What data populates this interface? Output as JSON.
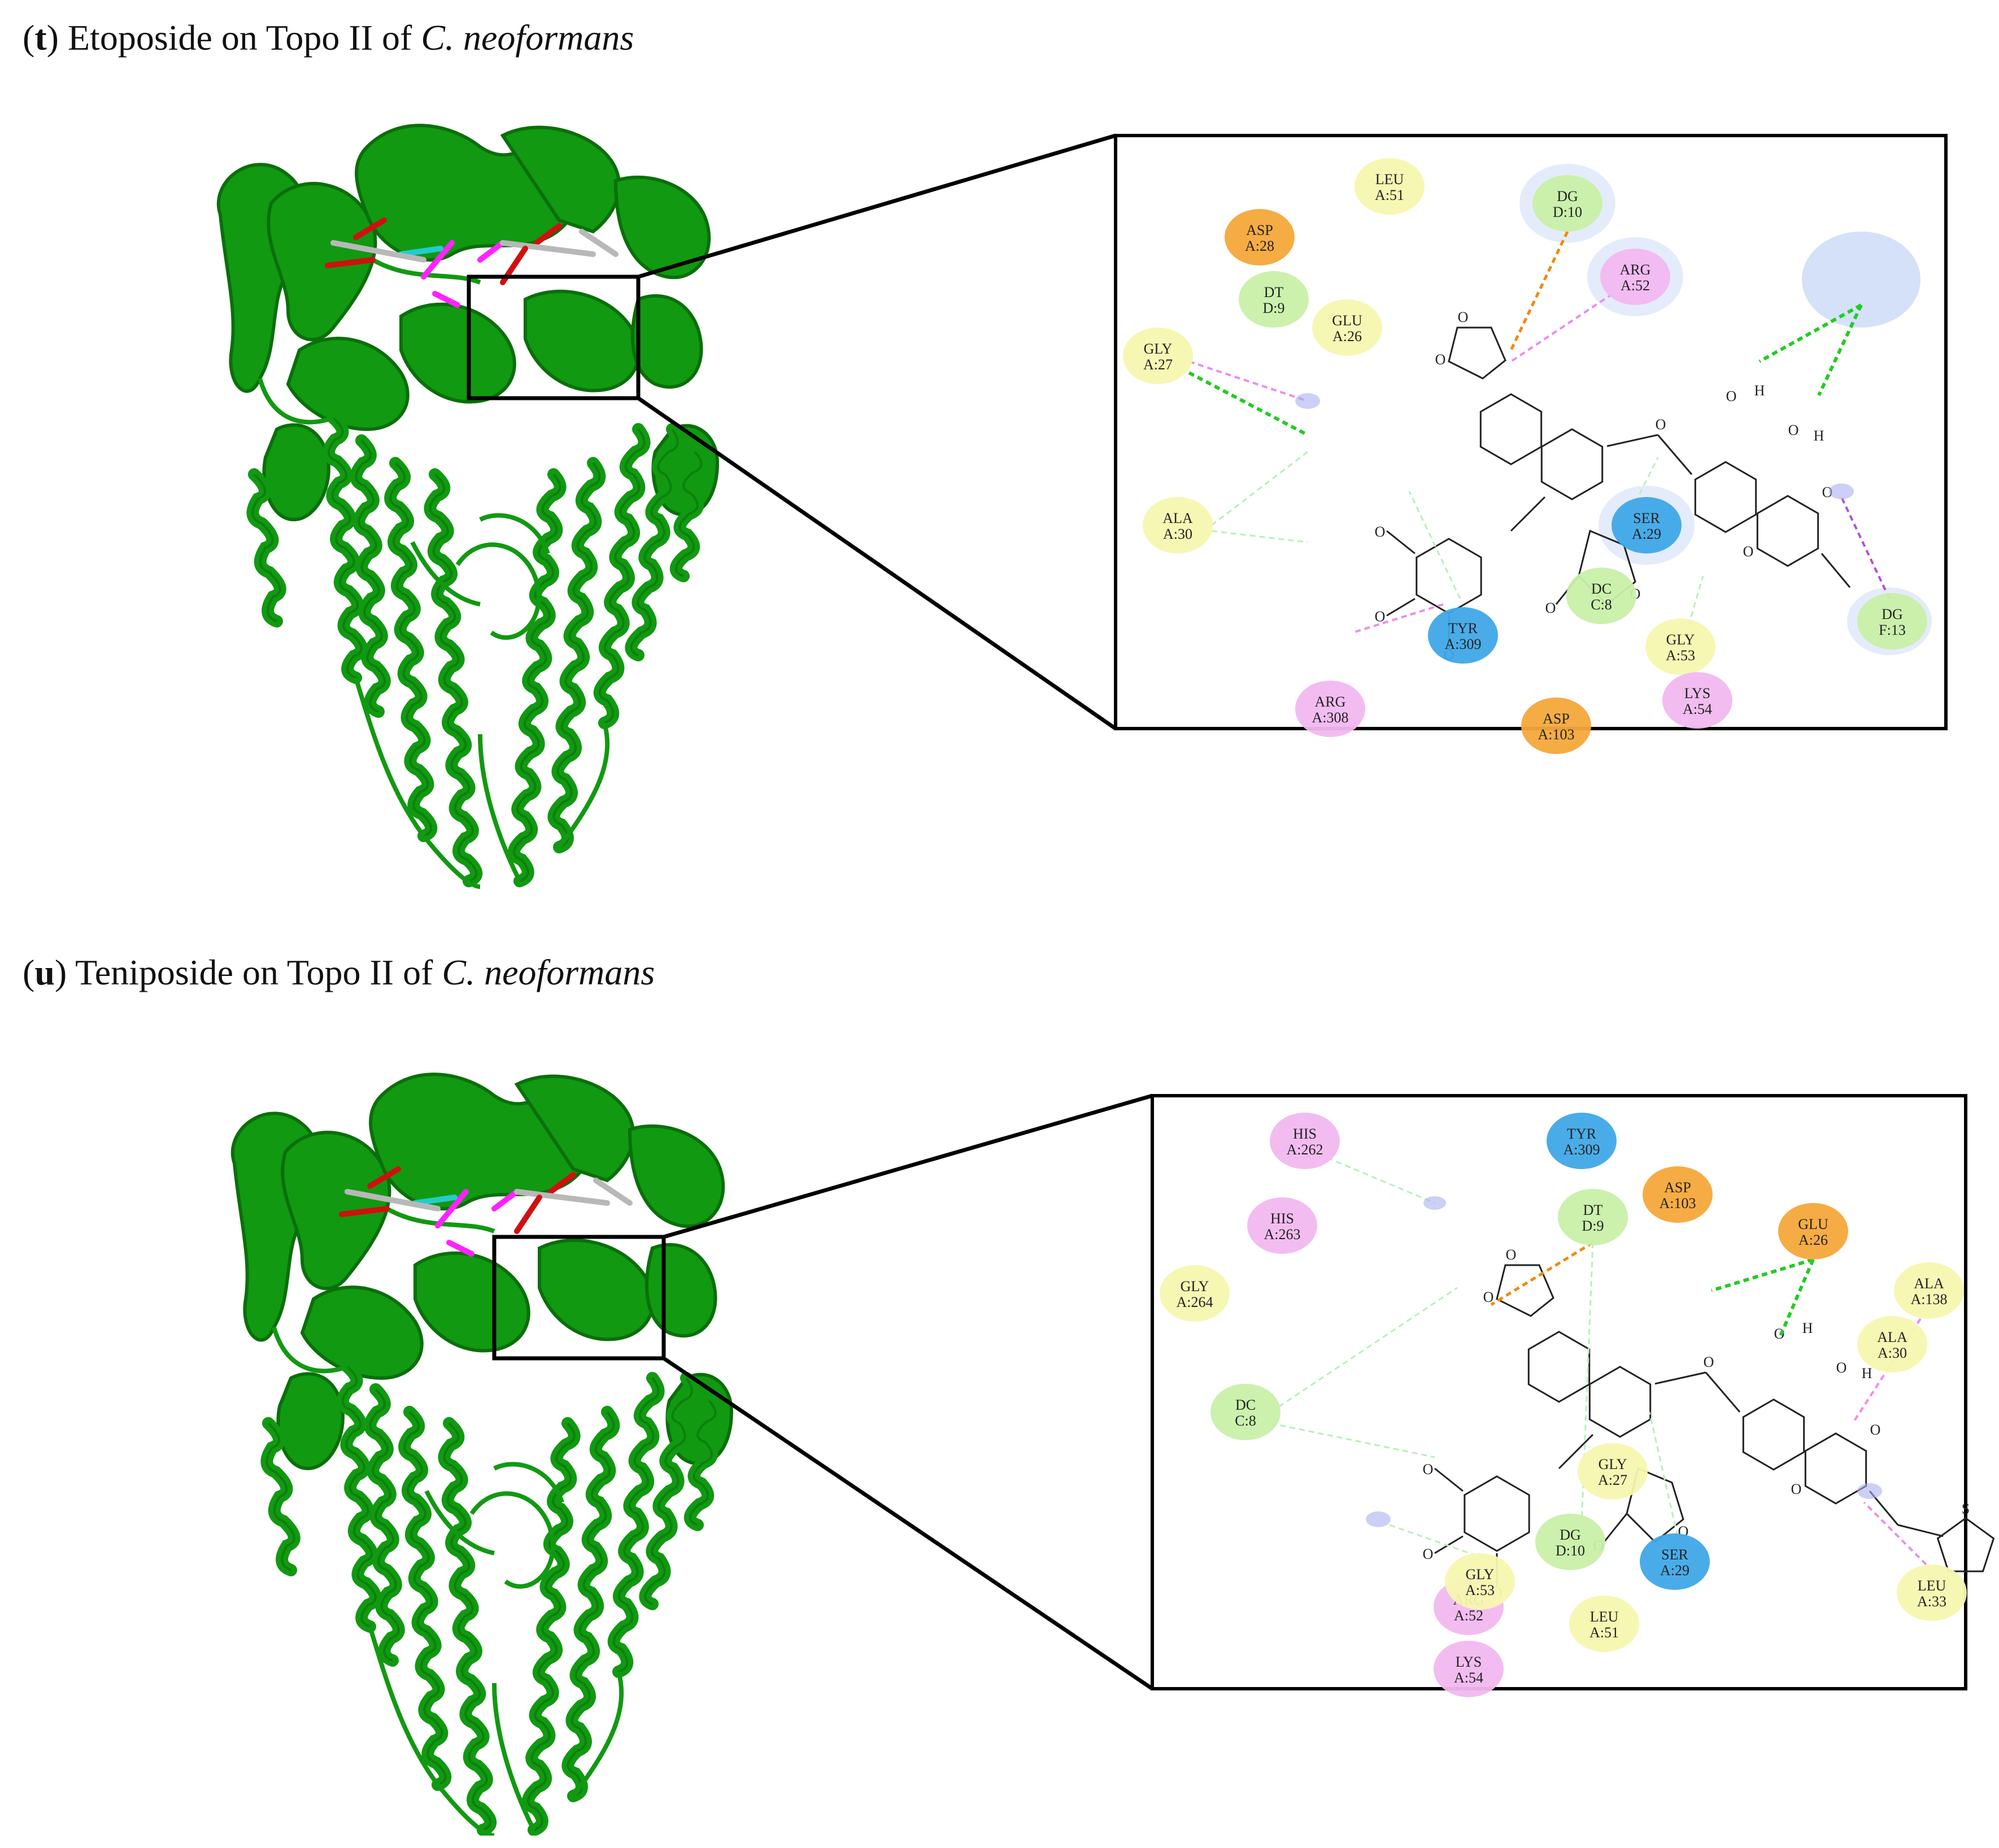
{
  "panels": [
    {
      "id": "t",
      "label": "t",
      "title_pre": "Etoposide on Topo II of ",
      "title_species": "C. neoformans",
      "residues": [
        {
          "name": "LEU",
          "chain": "A:51",
          "type": "vdw",
          "color": "#f7f7b0"
        },
        {
          "name": "DG",
          "chain": "D:10",
          "type": "conv_hbond",
          "color": "#c8f0a8"
        },
        {
          "name": "ASP",
          "chain": "A:28",
          "type": "charge",
          "color": "#f5a83a"
        },
        {
          "name": "ARG",
          "chain": "A:52",
          "type": "alkyl",
          "color": "#f2b8f0"
        },
        {
          "name": "DT",
          "chain": "D:9",
          "type": "conv_hbond",
          "color": "#c8f0a8"
        },
        {
          "name": "GLU",
          "chain": "A:26",
          "type": "vdw",
          "color": "#f7f7b0"
        },
        {
          "name": "GLY",
          "chain": "A:27",
          "type": "vdw",
          "color": "#f7f7b0"
        },
        {
          "name": "ALA",
          "chain": "A:30",
          "type": "vdw",
          "color": "#f7f7b0"
        },
        {
          "name": "SER",
          "chain": "A:29",
          "type": "polar",
          "color": "#3fa8e8"
        },
        {
          "name": "DC",
          "chain": "C:8",
          "type": "conv_hbond",
          "color": "#c8f0a8"
        },
        {
          "name": "GLY",
          "chain": "A:53",
          "type": "vdw",
          "color": "#f7f7b0"
        },
        {
          "name": "TYR",
          "chain": "A:309",
          "type": "polar",
          "color": "#3fa8e8"
        },
        {
          "name": "LYS",
          "chain": "A:54",
          "type": "alkyl",
          "color": "#f2b8f0"
        },
        {
          "name": "DG",
          "chain": "F:13",
          "type": "conv_hbond",
          "color": "#c8f0a8"
        },
        {
          "name": "ARG",
          "chain": "A:308",
          "type": "alkyl",
          "color": "#f2b8f0"
        },
        {
          "name": "ASP",
          "chain": "A:103",
          "type": "charge",
          "color": "#f5a83a"
        }
      ]
    },
    {
      "id": "u",
      "label": "u",
      "title_pre": "Teniposide on Topo II of ",
      "title_species": "C. neoformans",
      "residues": [
        {
          "name": "HIS",
          "chain": "A:262",
          "type": "alkyl",
          "color": "#f2b8f0"
        },
        {
          "name": "TYR",
          "chain": "A:309",
          "type": "polar",
          "color": "#3fa8e8"
        },
        {
          "name": "ASP",
          "chain": "A:103",
          "type": "charge",
          "color": "#f5a83a"
        },
        {
          "name": "HIS",
          "chain": "A:263",
          "type": "alkyl",
          "color": "#f2b8f0"
        },
        {
          "name": "DT",
          "chain": "D:9",
          "type": "conv_hbond",
          "color": "#c8f0a8"
        },
        {
          "name": "GLU",
          "chain": "A:26",
          "type": "charge",
          "color": "#f5a83a"
        },
        {
          "name": "GLY",
          "chain": "A:264",
          "type": "vdw",
          "color": "#f7f7b0"
        },
        {
          "name": "ALA",
          "chain": "A:138",
          "type": "vdw",
          "color": "#f7f7b0"
        },
        {
          "name": "ALA",
          "chain": "A:30",
          "type": "vdw",
          "color": "#f7f7b0"
        },
        {
          "name": "DC",
          "chain": "C:8",
          "type": "conv_hbond",
          "color": "#c8f0a8"
        },
        {
          "name": "GLY",
          "chain": "A:27",
          "type": "vdw",
          "color": "#f7f7b0"
        },
        {
          "name": "DG",
          "chain": "D:10",
          "type": "conv_hbond",
          "color": "#c8f0a8"
        },
        {
          "name": "SER",
          "chain": "A:29",
          "type": "polar",
          "color": "#3fa8e8"
        },
        {
          "name": "LEU",
          "chain": "A:33",
          "type": "vdw",
          "color": "#f7f7b0"
        },
        {
          "name": "ARG",
          "chain": "A:52",
          "type": "alkyl",
          "color": "#f2b8f0"
        },
        {
          "name": "GLY",
          "chain": "A:53",
          "type": "vdw",
          "color": "#f7f7b0"
        },
        {
          "name": "LEU",
          "chain": "A:51",
          "type": "vdw",
          "color": "#f7f7b0"
        },
        {
          "name": "LYS",
          "chain": "A:54",
          "type": "alkyl",
          "color": "#f2b8f0"
        }
      ]
    }
  ],
  "atom_labels": {
    "oxygen": "O",
    "hydrogen": "H",
    "sulfur": "S"
  },
  "colors": {
    "protein": "#119911",
    "protein_dark": "#0a6f0a",
    "dna_grey": "#b8b8b8",
    "hbond": "#22cc22",
    "pi_alkyl": "#f08ce8",
    "pi_anion": "#f08a10",
    "pi_sulfur": "#b060d8",
    "carbon_hbond": "#b8f0b8",
    "frame": "#000000"
  }
}
